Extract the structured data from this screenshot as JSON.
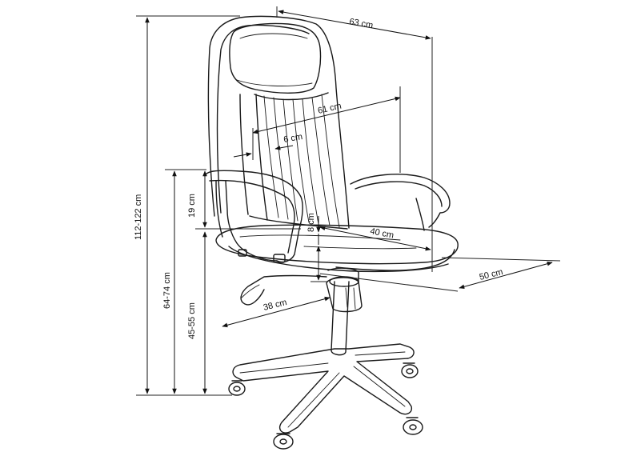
{
  "dimensions": {
    "width": "63 cm",
    "backrest_width": "61 cm",
    "lumbar_offset": "6 cm",
    "total_height": "112-122 cm",
    "armrest_height": "64-74 cm",
    "armrest_above_seat": "19 cm",
    "seat_height": "45-55 cm",
    "seat_thickness": "8 cm",
    "seat_width": "40 cm",
    "seat_depth": "50 cm",
    "base_radius": "38 cm"
  }
}
